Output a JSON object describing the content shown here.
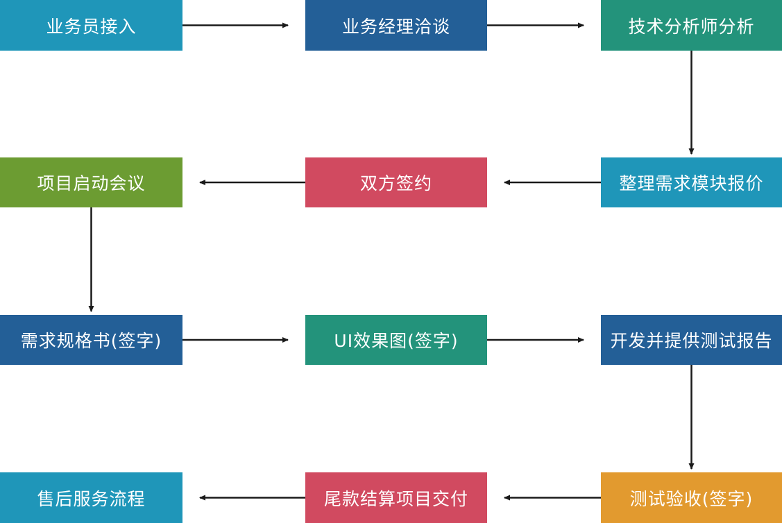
{
  "nodes": [
    {
      "id": "n1",
      "label": "业务员接入",
      "color": "#1f96b9"
    },
    {
      "id": "n2",
      "label": "业务经理洽谈",
      "color": "#235f97"
    },
    {
      "id": "n3",
      "label": "技术分析师分析",
      "color": "#23937b"
    },
    {
      "id": "n4",
      "label": "整理需求模块报价",
      "color": "#1f96b9"
    },
    {
      "id": "n5",
      "label": "双方签约",
      "color": "#d14a60"
    },
    {
      "id": "n6",
      "label": "项目启动会议",
      "color": "#6c9c32"
    },
    {
      "id": "n7",
      "label": "需求规格书(签字)",
      "color": "#235f97"
    },
    {
      "id": "n8",
      "label": "UI效果图(签字)",
      "color": "#23937b"
    },
    {
      "id": "n9",
      "label": "开发并提供测试报告",
      "color": "#235f97"
    },
    {
      "id": "n10",
      "label": "测试验收(签字)",
      "color": "#e29a2f"
    },
    {
      "id": "n11",
      "label": "尾款结算项目交付",
      "color": "#d14a60"
    },
    {
      "id": "n12",
      "label": "售后服务流程",
      "color": "#1f96b9"
    }
  ],
  "edges": [
    [
      "n1",
      "n2"
    ],
    [
      "n2",
      "n3"
    ],
    [
      "n3",
      "n4"
    ],
    [
      "n4",
      "n5"
    ],
    [
      "n5",
      "n6"
    ],
    [
      "n6",
      "n7"
    ],
    [
      "n7",
      "n8"
    ],
    [
      "n8",
      "n9"
    ],
    [
      "n9",
      "n10"
    ],
    [
      "n10",
      "n11"
    ],
    [
      "n11",
      "n12"
    ]
  ],
  "arrow_color": "#1a1a1a"
}
